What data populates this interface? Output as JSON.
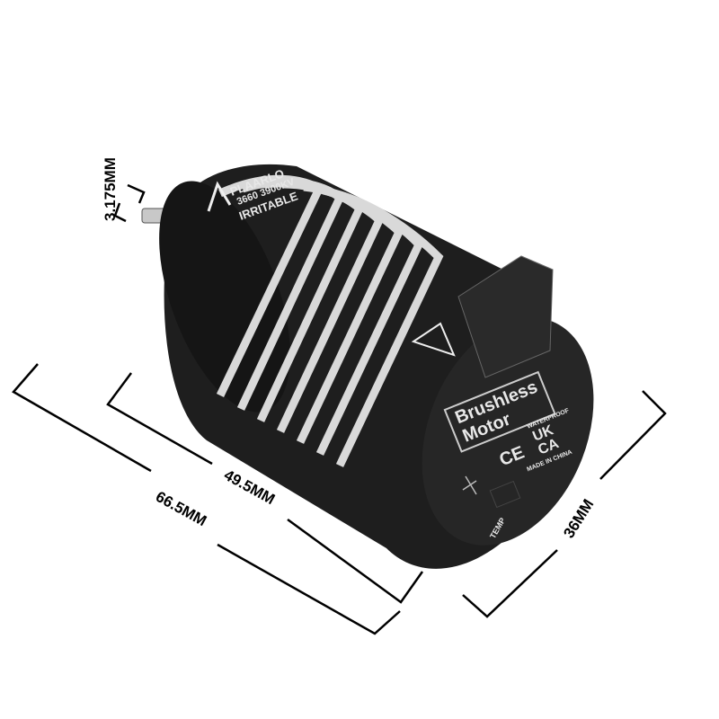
{
  "dimensions": {
    "shaft_diameter": "3.175MM",
    "total_length": "66.5MM",
    "body_length": "49.5MM",
    "diameter": "36MM"
  },
  "motor": {
    "brand": "PLAARLO",
    "model": "3660 3900KV",
    "series": "IRRITABLE",
    "cap_title_line1": "Brushless",
    "cap_title_line2": "Motor",
    "waterproof": "WATERPROOF",
    "ukca_line1": "UK",
    "ukca_line2": "CA",
    "ce": "CE",
    "origin": "MADE IN CHINA",
    "temp": "TEMP"
  },
  "colors": {
    "body": "#1e1e1e",
    "fins": "#d9d9d9",
    "lines": "#000000"
  }
}
